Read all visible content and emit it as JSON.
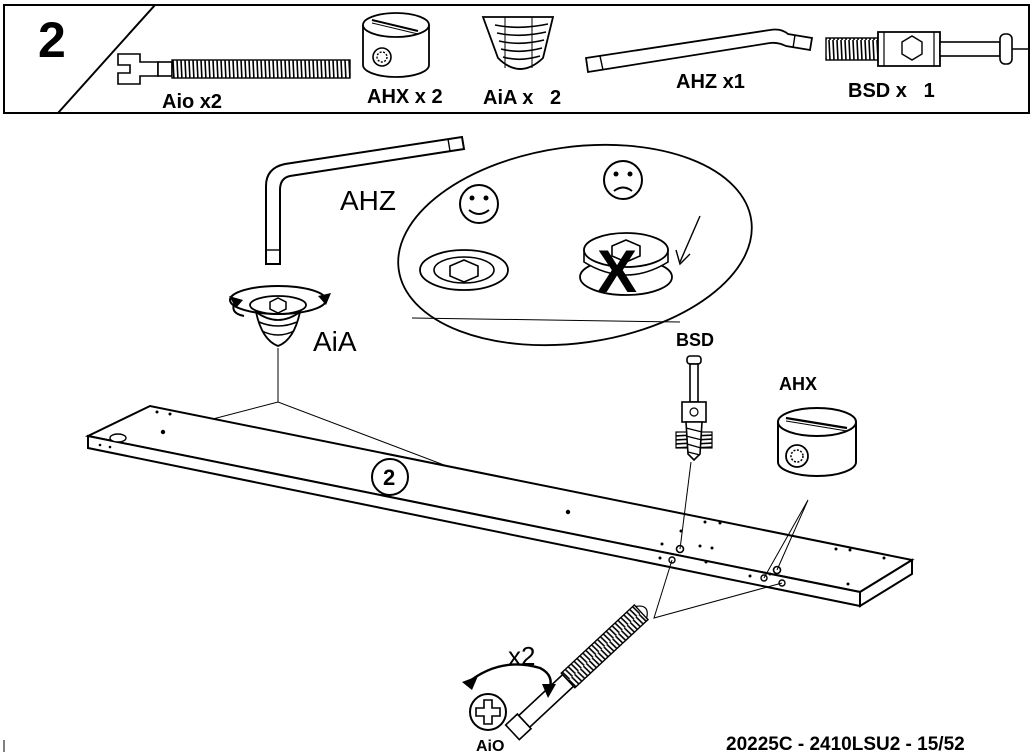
{
  "step": {
    "number": "2"
  },
  "parts": [
    {
      "id": "aio",
      "label": "Aio x2"
    },
    {
      "id": "ahx",
      "label": "AHX x 2"
    },
    {
      "id": "aia",
      "label": "AiA x   2"
    },
    {
      "id": "ahz",
      "label": "AHZ x1"
    },
    {
      "id": "bsd",
      "label": "BSD x   1"
    }
  ],
  "callouts": {
    "ahz": "AHZ",
    "aia": "AiA",
    "bsd": "BSD",
    "ahx": "AHX",
    "aio": "AiO",
    "wrong": "X",
    "quantity": "x2",
    "panel_number": "2"
  },
  "footer": {
    "doc_code": "20225C - 2410LSU2 - 15/52"
  }
}
